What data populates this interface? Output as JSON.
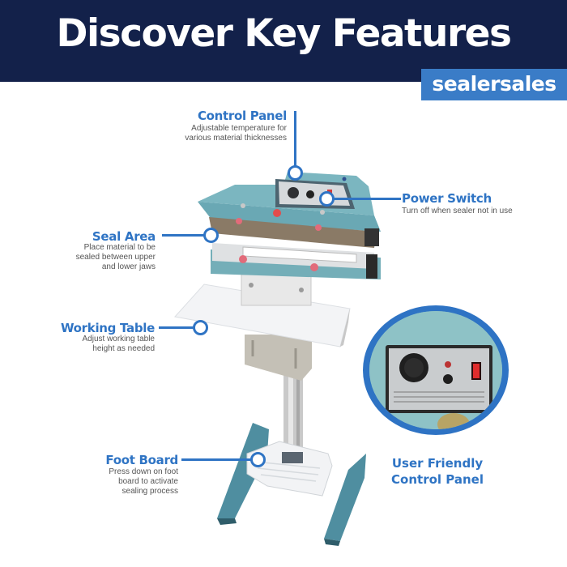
{
  "header": {
    "title": "Discover Key Features",
    "brand": "sealersales",
    "bg_color": "#13214a",
    "badge_color": "#3a7cc7"
  },
  "accent_color": "#2f74c4",
  "callouts": [
    {
      "title": "Control Panel",
      "desc": [
        "Adjustable temperature for",
        "various material thicknesses"
      ]
    },
    {
      "title": "Power Switch",
      "desc": [
        "Turn off when sealer not in use"
      ]
    },
    {
      "title": "Seal Area",
      "desc": [
        "Place material to be",
        "sealed between upper",
        "and lower jaws"
      ]
    },
    {
      "title": "Working Table",
      "desc": [
        "Adjust working table",
        "height as needed"
      ]
    },
    {
      "title": "Foot Board",
      "desc": [
        "Press down on foot",
        "board to activate",
        "sealing process"
      ]
    }
  ],
  "inset": {
    "caption_line1": "User Friendly",
    "caption_line2": "Control Panel"
  }
}
